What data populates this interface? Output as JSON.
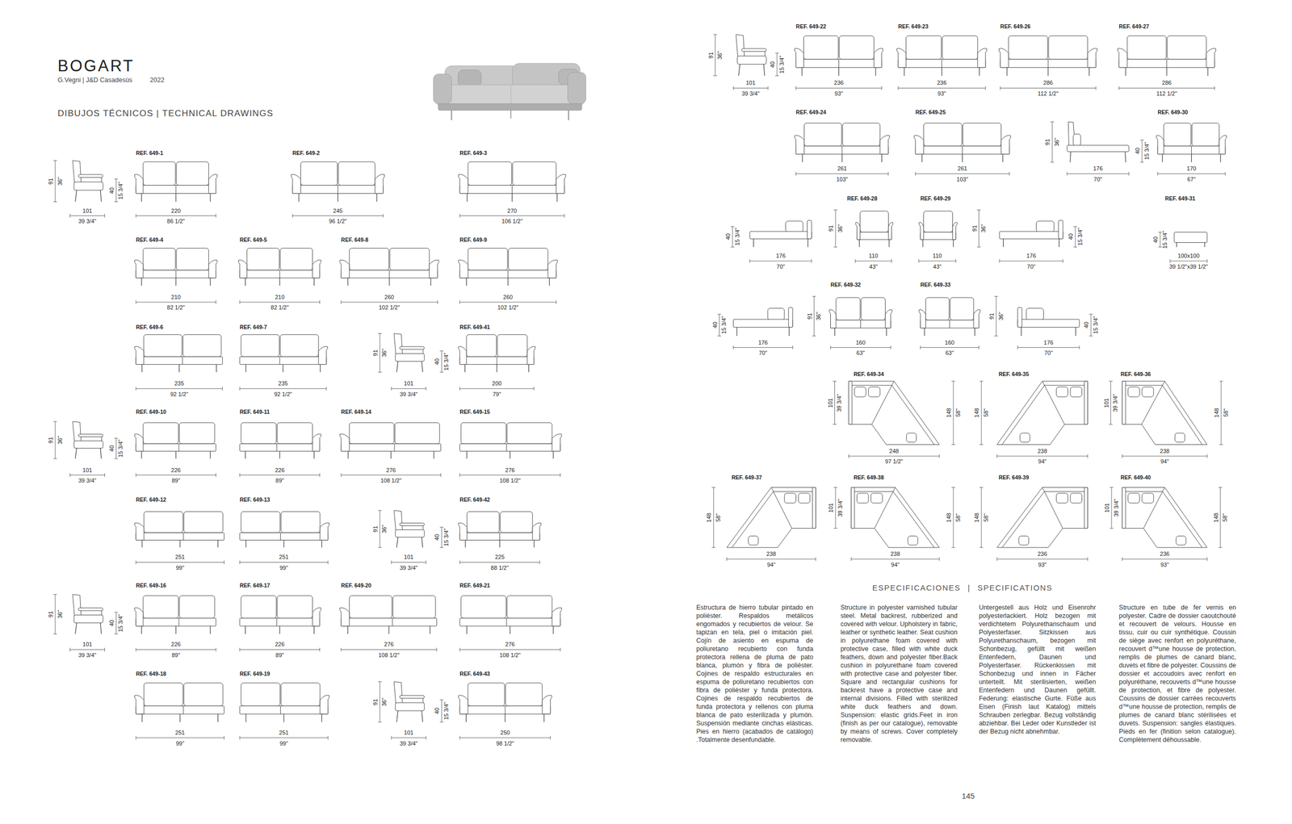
{
  "diagram": {
    "title": "BOGART",
    "labels": [
      "G.Vegni | J&D Casadesús",
      "2022",
      "DIBUJOS TÉCNICOS | TECHNICAL DRAWINGS",
      "91",
      "36\"",
      "40",
      "15 3/4\"",
      "101",
      "39 3/4\"",
      "REF. 649-1",
      "220",
      "86 1/2\"",
      "REF. 649-2",
      "245",
      "96 1/2\"",
      "REF. 649-3",
      "270",
      "106 1/2\"",
      "REF. 649-4",
      "210",
      "82 1/2\"",
      "REF. 649-5",
      "210",
      "82 1/2\"",
      "REF. 649-8",
      "260",
      "102 1/2\"",
      "REF. 649-9",
      "260",
      "102 1/2\"",
      "REF. 649-6",
      "235",
      "92 1/2\"",
      "REF. 649-7",
      "235",
      "92 1/2\"",
      "91",
      "36\"",
      "40",
      "15 3/4\"",
      "101",
      "39 3/4\"",
      "REF. 649-41",
      "200",
      "79\"",
      "91",
      "36\"",
      "40",
      "15 3/4\"",
      "101",
      "39 3/4\"",
      "REF. 649-10",
      "226",
      "89\"",
      "REF. 649-11",
      "226",
      "89\"",
      "REF. 649-14",
      "276",
      "108 1/2\"",
      "REF. 649-15",
      "276",
      "108 1/2\"",
      "REF. 649-12",
      "251",
      "99\"",
      "REF. 649-13",
      "251",
      "99\"",
      "91",
      "36\"",
      "40",
      "15 3/4\"",
      "101",
      "39 3/4\"",
      "REF. 649-42",
      "225",
      "88 1/2\"",
      "91",
      "36\"",
      "40",
      "15 3/4\"",
      "101",
      "39 3/4\"",
      "REF. 649-16",
      "226",
      "89\"",
      "REF. 649-17",
      "226",
      "89\"",
      "REF. 649-20",
      "276",
      "108 1/2\"",
      "REF. 649-21",
      "276",
      "108 1/2\"",
      "REF. 649-18",
      "251",
      "99\"",
      "REF. 649-19",
      "251",
      "99\"",
      "91",
      "36\"",
      "40",
      "15 3/4\"",
      "101",
      "39 3/4\"",
      "REF. 649-43",
      "250",
      "98 1/2\"",
      "91",
      "36\"",
      "40",
      "15 3/4\"",
      "101",
      "39 3/4\"",
      "REF. 649-22",
      "236",
      "93\"",
      "REF. 649-23",
      "236",
      "93\"",
      "REF. 649-26",
      "286",
      "112 1/2\"",
      "REF. 649-27",
      "286",
      "112 1/2\"",
      "REF. 649-24",
      "261",
      "103\"",
      "REF. 649-25",
      "261",
      "103\"",
      "91",
      "36\"",
      "40",
      "15 3/4\"",
      "176",
      "70\"",
      "REF. 649-30",
      "170",
      "67\"",
      "40",
      "15 3/4\"",
      "176",
      "70\"",
      "REF. 649-28",
      "91",
      "36\"",
      "110",
      "43\"",
      "REF. 649-29",
      "91",
      "36\"",
      "110",
      "43\"",
      "40",
      "15 3/4\"",
      "176",
      "70\"",
      "REF. 649-31",
      "40",
      "15 3/4\"",
      "100x100",
      "39 1/2\"x39 1/2\"",
      "40",
      "15 3/4\"",
      "91",
      "36\"",
      "176",
      "70\"",
      "REF. 649-32",
      "160",
      "63\"",
      "REF. 649-33",
      "91",
      "36\"",
      "160",
      "63\"",
      "40",
      "15 3/4\"",
      "176",
      "70\"",
      "REF. 649-34",
      "101",
      "39 3/4\"",
      "148",
      "58\"",
      "248",
      "97 1/2\"",
      "REF. 649-35",
      "148",
      "58\"",
      "238",
      "94\"",
      "REF. 649-36",
      "101",
      "39 3/4\"",
      "148",
      "58\"",
      "238",
      "94\"",
      "REF. 649-37",
      "148",
      "58\"",
      "238",
      "94\"",
      "REF. 649-38",
      "101",
      "39 3/4\"",
      "148",
      "58\"",
      "238",
      "94\"",
      "REF. 649-39",
      "148",
      "58\"",
      "236",
      "93\"",
      "REF. 649-40",
      "101",
      "39 3/4\"",
      "148",
      "58\"",
      "236",
      "93\"",
      "ESPECIFICACIONES | SPECIFICATIONS",
      "Estructura de hierro tubular pintado en poliéster. Respaldos metálicos engomados y recubiertos de velour. Se tapizan en tela, piel o imitación piel. Cojín de asiento en espuma de poliuretano recubierto con funda protectora rellena de pluma de pato blanca, plumón y fibra de poliéster. Cojines de respaldo estructurales en espuma de poliuretano recubiertos con fibra de poliéster y funda protectora. Cojines de respaldo recubiertos de funda protectora y rellenos con pluma blanca de pato esterilizada y plumón. Suspensión mediante cinchas elásticas. Pies en hierro (acabados de catálogo) .Totalmente desenfundable.",
      "Structure in polyester varnished tubular steel. Metal backrest, rubberized and covered with velour. Upholstery in fabric, leather or synthetic leather. Seat cushion in polyurethane foam covered with protective case, filled with white duck feathers, down and polyester fiber.Back cushion in polyurethane foam covered with protective case and polyester fiber. Square and rectangular cushions for backrest have a protective case and internal divisions. Filled with sterilized white duck feathers and down. Suspension: elastic grids.Feet in iron (finish as per our catalogue), removable by means of screws. Cover completely removable.",
      "Untergestell aus Holz und Eisenrohr polyesterlackiert. Holz bezogen mit verdichtetem Polyurethanschaum und Polyesterfaser. Sitzkissen aus Polyurethanschaum, bezogen mit Schonbezug, gefüllt mit weißen Entenfedern, Daunen und Polyesterfaser. Rückenkissen mit Schonbezug und innen in Fächer unterteilt. Mit sterilisierten, weißen Entenfedern und Daunen gefüllt. Federung: elastische Gurte. Füße aus Eisen (Finish laut Katalog) mittels Schrauben zerlegbar. Bezug vollständig abziehbar. Bei Leder oder Kunstleder ist der Bezug nicht abnehmbar.",
      "Structure en tube de fer vernis en polyester. Cadre de dossier caoutchouté et recouvert de velours. Housse en tissu, cuir ou cuir synthétique. Coussin de siège avec renfort en polyuréthane, recouvert d™une housse de protection, remplis de plumes de canard blanc, duvets et fibre de polyester. Coussins de dossier et accoudoirs avec renfort en polyuréthane, recouverts d™une housse de protection, et fibre de polyester. Coussins de dossier carrées recouverts d™une housse de protection, remplis de plumes de canard blanc stérilisées et duvets. Suspension: sangles élastiques. Pieds en fer (finition selon catalogue). Complètement déhoussable.",
      "145"
    ]
  }
}
